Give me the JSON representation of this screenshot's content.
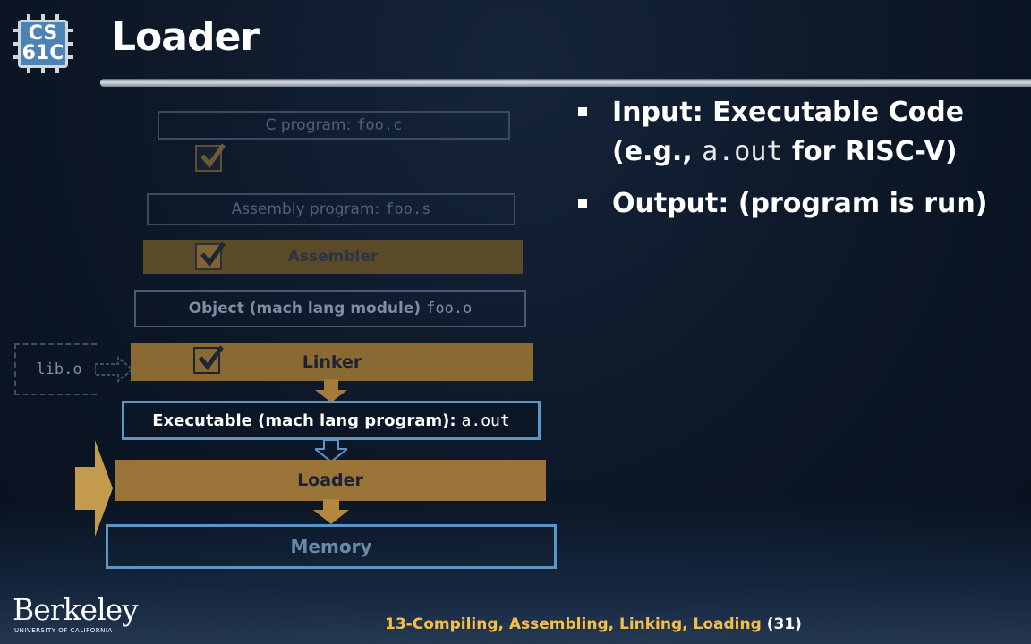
{
  "logo": {
    "line1": "CS",
    "line2": "61C"
  },
  "title": "Loader",
  "bullets": [
    {
      "text": "Input: Executable Code",
      "line2_pre": "(e.g., ",
      "line2_code": "a.out",
      "line2_post": " for RISC-V)"
    },
    {
      "text": "Output: (program is run)"
    }
  ],
  "diagram": {
    "c_program": {
      "label": "C program:",
      "file": "foo.c"
    },
    "assembly_program": {
      "label": "Assembly program:",
      "file": "foo.s"
    },
    "assembler": "Assembler",
    "object": {
      "label": "Object (mach lang module)",
      "file": "foo.o"
    },
    "lib": "lib.o",
    "linker": "Linker",
    "executable": {
      "label": "Executable (mach lang program):",
      "file": "a.out"
    },
    "loader": "Loader",
    "memory": "Memory"
  },
  "footer": {
    "brand": "Berkeley",
    "brand_sub": "UNIVERSITY OF CALIFORNIA",
    "lecture": "13-Compiling, Assembling, Linking, Loading",
    "slide_number": "(31)"
  },
  "colors": {
    "background": "#0c1727",
    "gold": "#9a7438",
    "blue_border": "#5e95c7",
    "footer_text": "#f2c04a"
  }
}
